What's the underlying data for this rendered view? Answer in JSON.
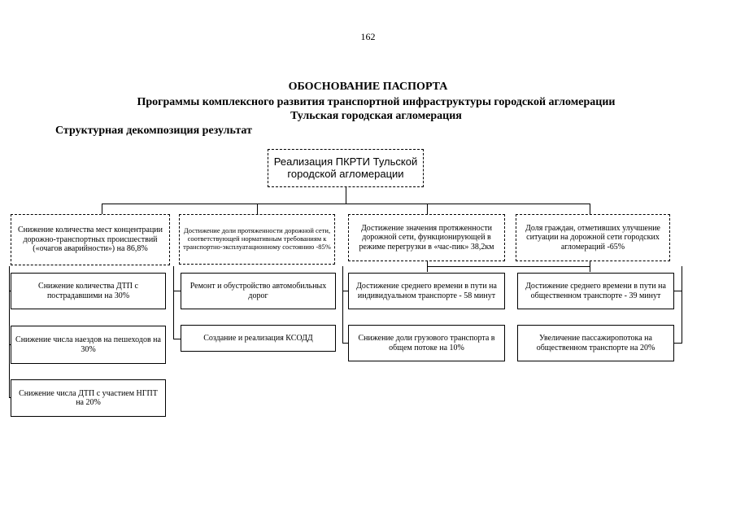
{
  "page_number": "162",
  "title": "ОБОСНОВАНИЕ ПАСПОРТА",
  "subtitle": "Программы комплексного развития транспортной инфраструктуры городской агломерации",
  "agglomeration": "Тульская городская агломерация",
  "heading": "Структурная декомпозиция результат",
  "root": {
    "label": "Реализация ПКРТИ Тульской городской агломерации"
  },
  "goals": [
    {
      "label": "Снижение количества мест концентрации дорожно-транспортных происшествий («очагов аварийности») на 86,8%",
      "tasks": [
        "Снижение количества ДТП с пострадавшими на 30%",
        "Снижение числа наездов на пешеходов на 30%",
        "Снижение числа ДТП с участием НГПТ на 20%"
      ]
    },
    {
      "label": "Достижение доли протяженности дорожной сети, соответствующей нормативным требованиям к транспортно-эксплуатационному состоянию -85%",
      "tasks": [
        "Ремонт и обустройство автомобильных дорог",
        "Создание и реализация КСОДД"
      ]
    },
    {
      "label": "Достижение значения протяженности дорожной сети, функционирующей в режиме перегрузки в «час-пик» 38,2км",
      "tasks": [
        "Достижение среднего времени в пути на индивидуальном транспорте - 58 минут",
        "Снижение доли грузового транспорта в общем потоке на 10%"
      ]
    },
    {
      "label": "Доля граждан, отметивших улучшение ситуации на дорожной сети городских агломераций -65%",
      "tasks": [
        "Достижение среднего времени в пути на общественном транспорте - 39 минут",
        "Увеличение пассажиропотока на общественном транспорте на 20%"
      ]
    }
  ]
}
